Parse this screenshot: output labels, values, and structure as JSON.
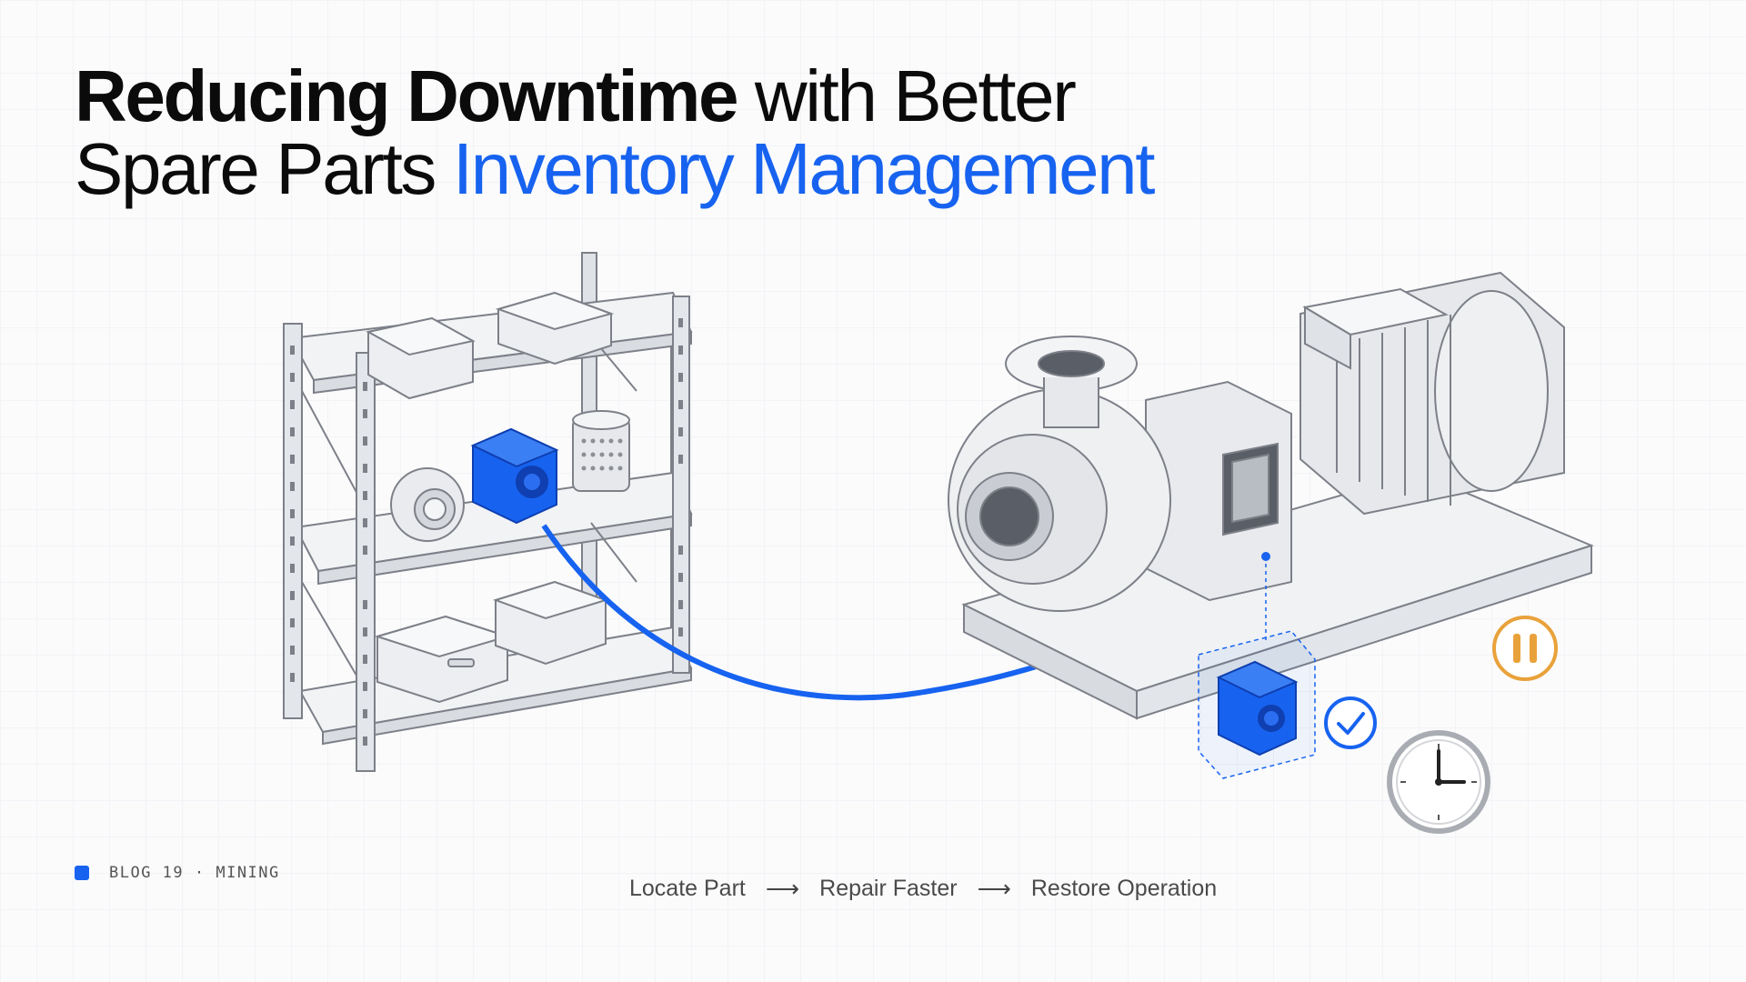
{
  "title": {
    "line1_bold": "Reducing Downtime",
    "line1_rest": " with Better",
    "line2_plain": "Spare Parts ",
    "line2_accent": "Inventory Management"
  },
  "tag": {
    "label": "BLOG 19 · MINING"
  },
  "flow": {
    "steps": [
      "Locate Part",
      "Repair Faster",
      "Restore Operation"
    ],
    "arrow": "⟶"
  },
  "colors": {
    "accent": "#1763f0",
    "warning": "#e9a23b",
    "line_art": "#8c8f96"
  },
  "icons": [
    "shelf-illustration",
    "spare-part-icon",
    "pump-illustration",
    "check-icon",
    "clock-icon",
    "pause-icon"
  ]
}
